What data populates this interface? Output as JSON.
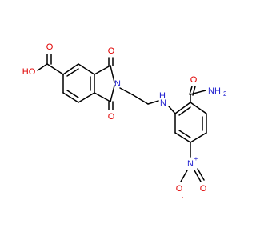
{
  "molecule": {
    "atom_labels": {
      "hydroxyl": "HO",
      "acid_carbonyl_o": "O",
      "imide_o_top": "O",
      "imide_o_bottom": "O",
      "imide_n": "N",
      "amine_h": "H",
      "amine_n": "N",
      "amide_o": "O",
      "amide_nh2": "NH",
      "amide_nh2_sub": "2",
      "nitro_n": "N",
      "nitro_n_charge": "+",
      "nitro_o_minus": "O",
      "nitro_o_minus_charge": "-",
      "nitro_o": "O"
    }
  },
  "colors": {
    "bond": "#000000",
    "oxygen": "#e00000",
    "nitrogen": "#2020d0",
    "hydrogen_text": "#3a3a3a",
    "background": "#ffffff"
  }
}
